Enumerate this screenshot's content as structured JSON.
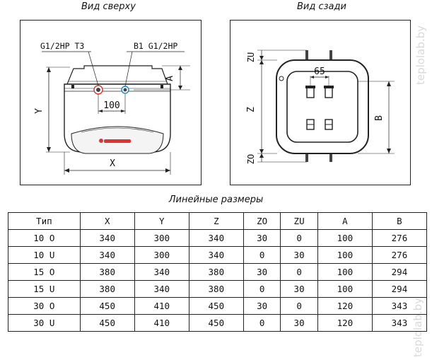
{
  "top_view": {
    "caption": "Вид сверху",
    "label_left_pipe": "G1/2HP ТЗ",
    "label_right_pipe": "В1 G1/2HP",
    "dim_pipe_spacing": "100",
    "dim_a": "A",
    "dim_y": "Y",
    "dim_x": "X"
  },
  "back_view": {
    "caption": "Вид сзади",
    "dim_spacing": "65",
    "dim_zu": "ZU",
    "dim_z": "Z",
    "dim_zo": "ZO",
    "dim_b": "B"
  },
  "watermark": "teplolab.by",
  "table": {
    "title": "Линейные размеры",
    "headers": [
      "Тип",
      "X",
      "Y",
      "Z",
      "ZO",
      "ZU",
      "A",
      "B"
    ],
    "rows": [
      [
        "10 O",
        "340",
        "300",
        "340",
        "30",
        "0",
        "100",
        "276"
      ],
      [
        "10 U",
        "340",
        "300",
        "340",
        "0",
        "30",
        "100",
        "276"
      ],
      [
        "15 O",
        "380",
        "340",
        "380",
        "30",
        "0",
        "100",
        "294"
      ],
      [
        "15 U",
        "380",
        "340",
        "380",
        "0",
        "30",
        "100",
        "294"
      ],
      [
        "30 O",
        "450",
        "410",
        "450",
        "30",
        "0",
        "120",
        "343"
      ],
      [
        "30 U",
        "450",
        "410",
        "450",
        "0",
        "30",
        "120",
        "343"
      ]
    ]
  }
}
